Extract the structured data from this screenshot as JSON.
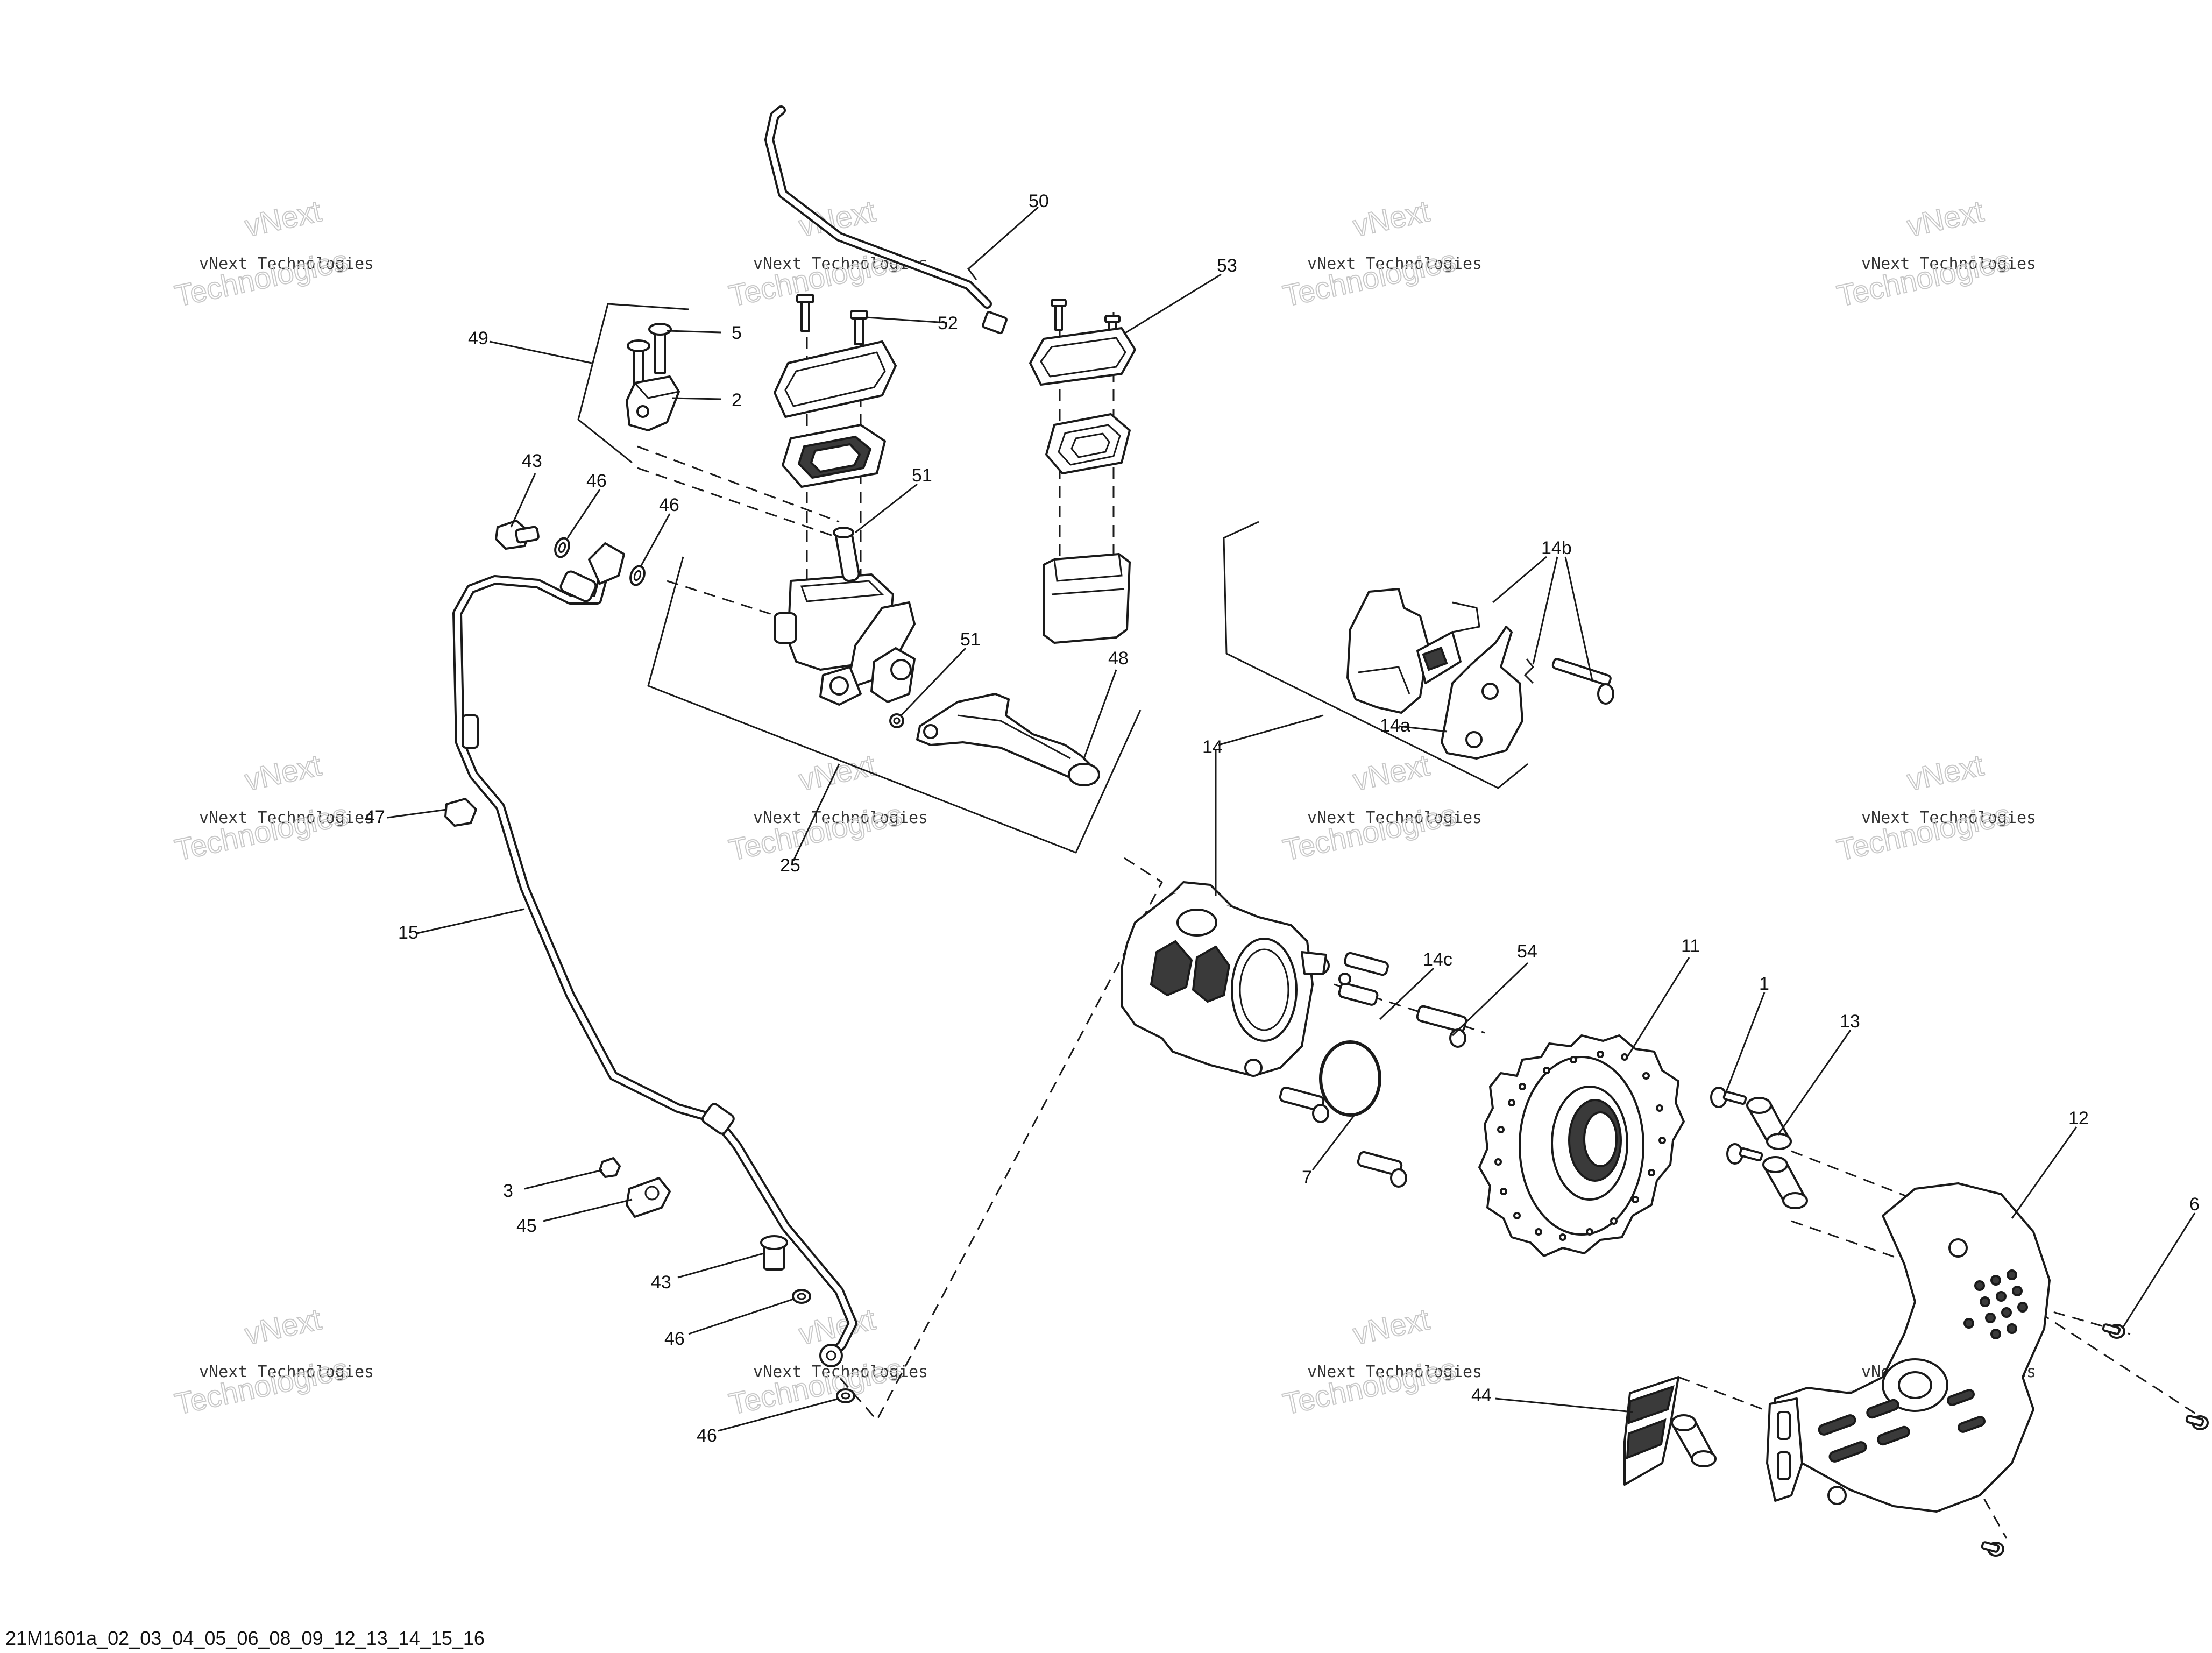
{
  "diagram": {
    "footer_code": "21M1601a_02_03_04_05_06_08_09_12_13_14_15_16",
    "watermark": {
      "line1": "vNext",
      "line2": "vNext Technologies",
      "line3": "Technologies"
    },
    "callouts": {
      "c1": "1",
      "c2": "2",
      "c3": "3",
      "c5": "5",
      "c6": "6",
      "c7": "7",
      "c11": "11",
      "c12": "12",
      "c13": "13",
      "c14": "14",
      "c14a": "14a",
      "c14b": "14b",
      "c14c": "14c",
      "c15": "15",
      "c25": "25",
      "c43": "43",
      "c44": "44",
      "c45": "45",
      "c46": "46",
      "c47": "47",
      "c48": "48",
      "c49": "49",
      "c50": "50",
      "c51": "51",
      "c52": "52",
      "c53": "53",
      "c54": "54"
    }
  }
}
